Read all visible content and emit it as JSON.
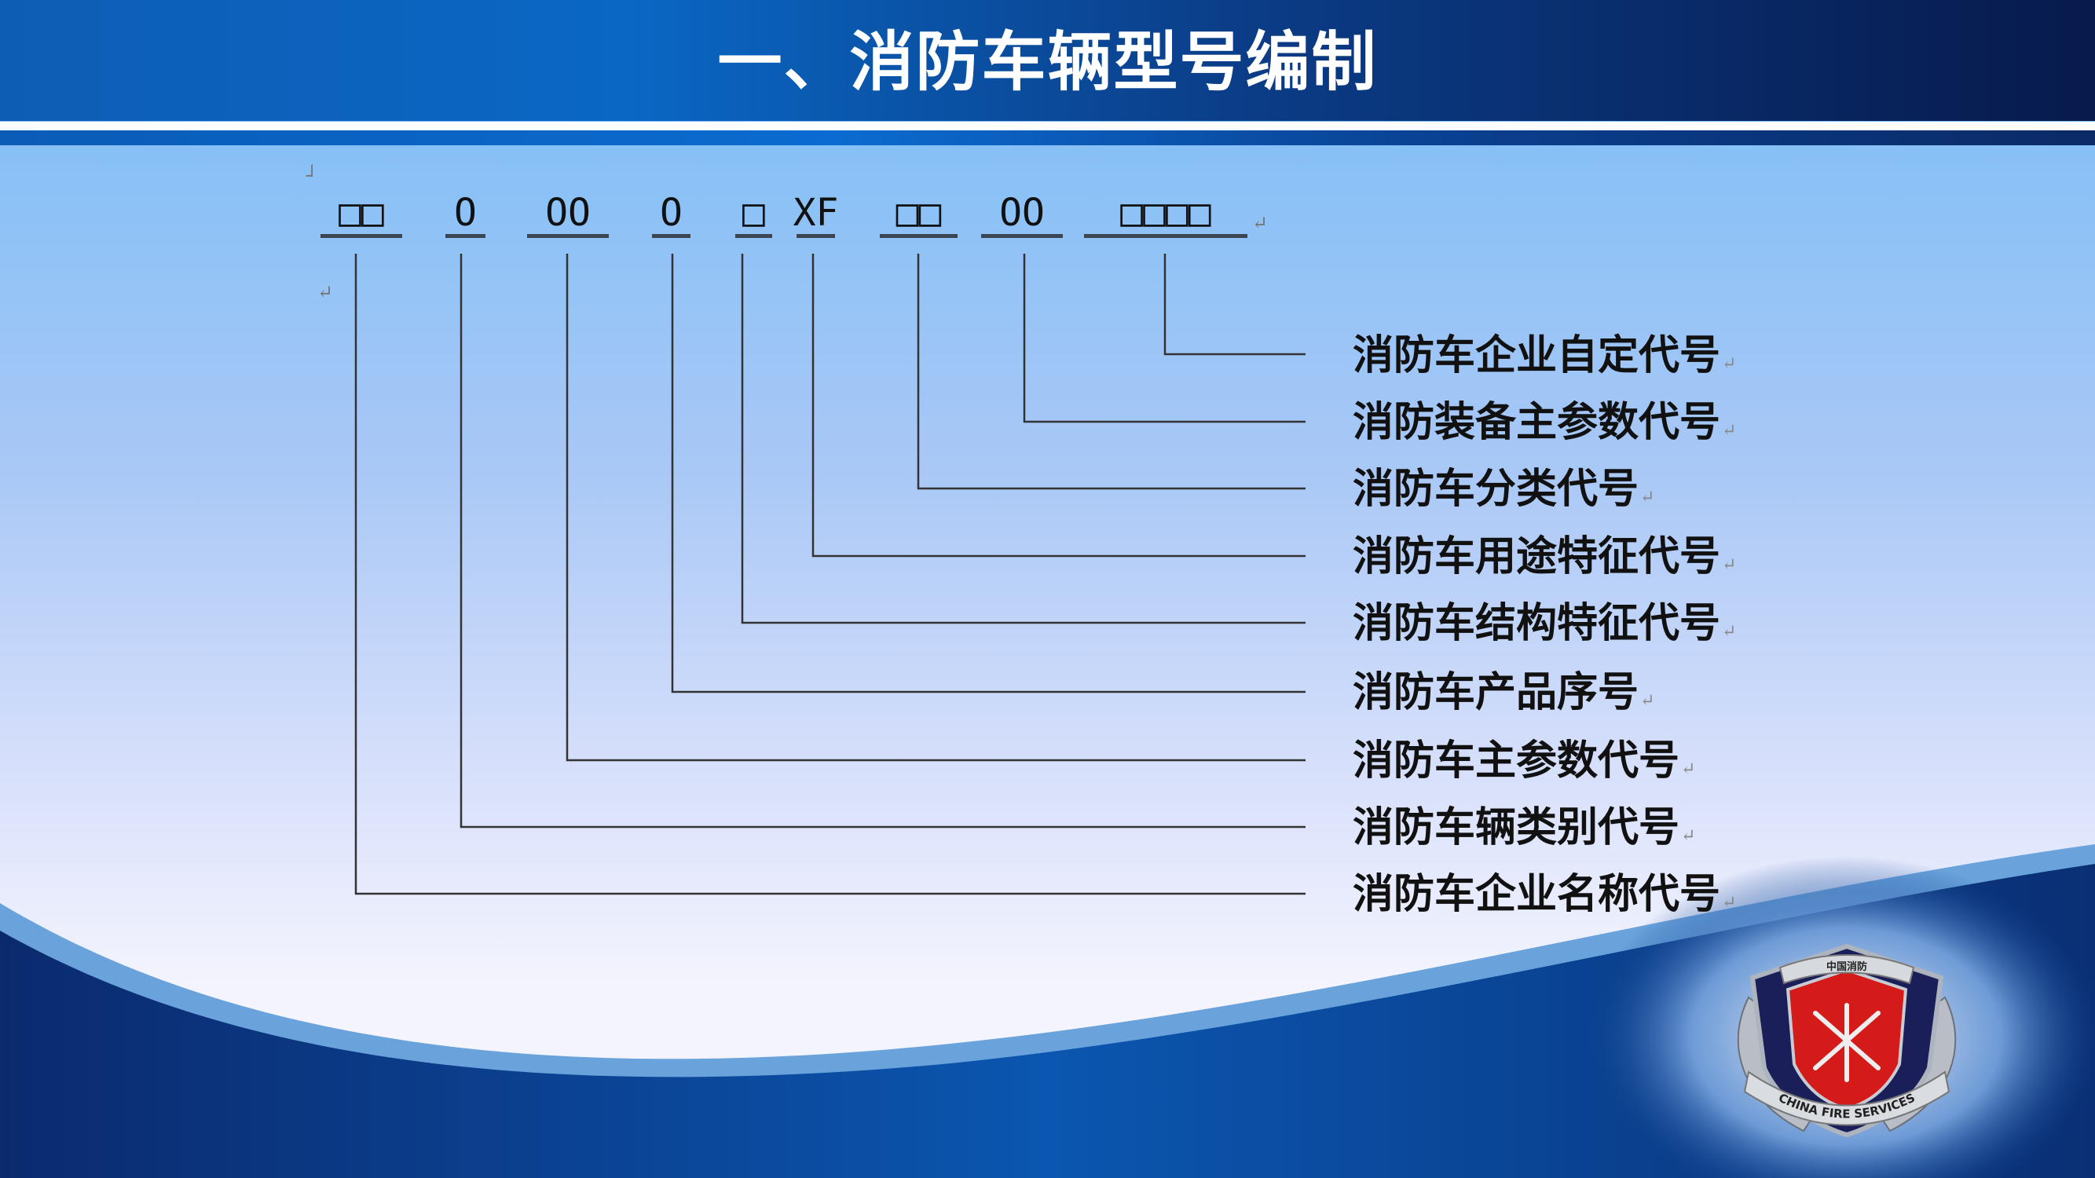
{
  "title": "一、消防车辆型号编制",
  "return_mark": "↵",
  "code_groups": [
    "□□",
    "O",
    "OO",
    "O",
    "□",
    "XF",
    "□□",
    "OO",
    "□□□□"
  ],
  "labels": [
    "消防车企业自定代号",
    "消防装备主参数代号",
    "消防车分类代号",
    "消防车用途特征代号",
    "消防车结构特征代号",
    "消防车产品序号",
    "消防车主参数代号",
    "消防车辆类别代号",
    "消防车企业名称代号"
  ],
  "logo": {
    "top_text": "中国消防",
    "bottom_text": "CHINA FIRE SERVICES"
  },
  "colors": {
    "header_navy": "#071a4c",
    "accent_blue": "#0a67c4",
    "badge_red": "#d51a1a"
  }
}
